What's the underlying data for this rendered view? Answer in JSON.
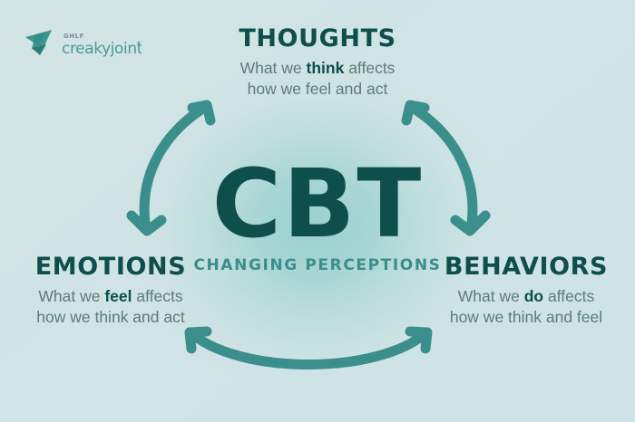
{
  "brand": {
    "org": "GHLF",
    "name": "creakyjoints",
    "trademark": "®",
    "mark_icon": "creakyjoints-leaf-mark"
  },
  "center": {
    "title": "CBT",
    "subtitle": "CHANGING PERCEPTIONS"
  },
  "nodes": {
    "thoughts": {
      "heading": "THOUGHTS",
      "line1_pre": "What we ",
      "line1_bold": "think",
      "line1_post": " affects",
      "line2": "how we feel and act"
    },
    "emotions": {
      "heading": "EMOTIONS",
      "line1_pre": "What we ",
      "line1_bold": "feel",
      "line1_post": " affects",
      "line2": "how we think and act"
    },
    "behaviors": {
      "heading": "BEHAVIORS",
      "line1_pre": "What we ",
      "line1_bold": "do",
      "line1_post": " affects",
      "line2": "how we think and feel"
    }
  },
  "arrows": [
    {
      "name": "arrow-emotions-thoughts",
      "icon": "double-headed-curved-arrow"
    },
    {
      "name": "arrow-thoughts-behaviors",
      "icon": "double-headed-curved-arrow"
    },
    {
      "name": "arrow-emotions-behaviors",
      "icon": "double-headed-curved-arrow"
    }
  ],
  "colors": {
    "background_light": "#d2e4e3",
    "background_corner": "#cee3e8",
    "center_glow": "#96d0cd",
    "heading_dark_teal": "#0e4f4b",
    "body_text": "#5b7b79",
    "accent_teal": "#3b8e8a",
    "arrow_teal": "#3a8f8c"
  }
}
